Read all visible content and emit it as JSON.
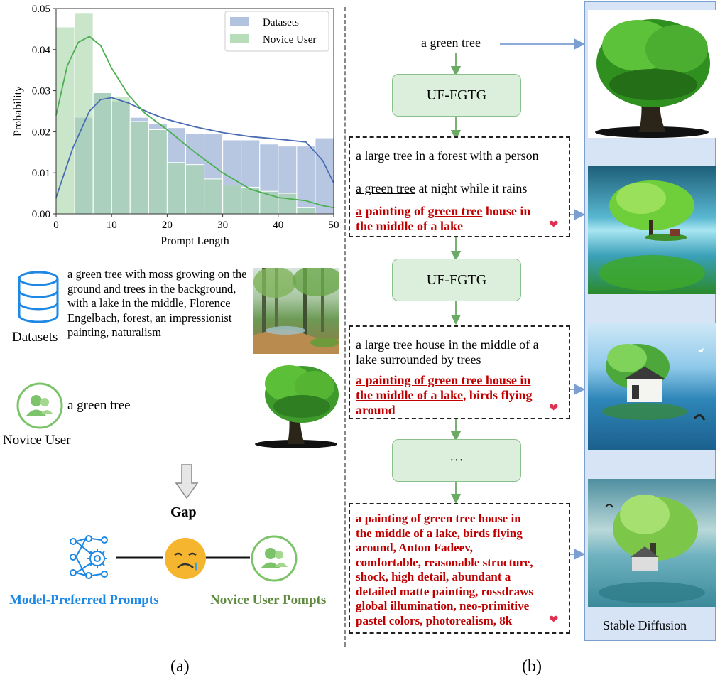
{
  "chart_data": {
    "type": "histogram",
    "xlabel": "Prompt Length",
    "ylabel": "Probability",
    "xlim": [
      0,
      50
    ],
    "ylim": [
      0,
      0.05
    ],
    "xticks": [
      "0",
      "10",
      "20",
      "30",
      "40",
      "50"
    ],
    "yticks": [
      "0.00",
      "0.01",
      "0.02",
      "0.03",
      "0.04",
      "0.05"
    ],
    "bin_edges": [
      0,
      3.33,
      6.67,
      10,
      13.33,
      16.67,
      20,
      23.33,
      26.67,
      30,
      33.33,
      36.67,
      40,
      43.33,
      46.67,
      50
    ],
    "legend_position": "top-right",
    "series": [
      {
        "name": "Datasets",
        "color": "#9fb4d8",
        "line_color": "#4a6cb3",
        "values": [
          0.0,
          0.0235,
          0.0295,
          0.0275,
          0.0235,
          0.022,
          0.021,
          0.0195,
          0.0195,
          0.018,
          0.018,
          0.017,
          0.0165,
          0.0165,
          0.0185
        ],
        "kde": [
          [
            0,
            0.004
          ],
          [
            3,
            0.016
          ],
          [
            6,
            0.025
          ],
          [
            8,
            0.0278
          ],
          [
            10,
            0.0283
          ],
          [
            13,
            0.027
          ],
          [
            17,
            0.0245
          ],
          [
            20,
            0.023
          ],
          [
            25,
            0.0212
          ],
          [
            30,
            0.0198
          ],
          [
            35,
            0.0188
          ],
          [
            40,
            0.0182
          ],
          [
            45,
            0.0175
          ],
          [
            48,
            0.013
          ],
          [
            50,
            0.0075
          ]
        ]
      },
      {
        "name": "Novice User",
        "color": "#a5d6a7",
        "line_color": "#4caf50",
        "values": [
          0.0455,
          0.049,
          0.0295,
          0.0285,
          0.0225,
          0.0205,
          0.0125,
          0.012,
          0.0085,
          0.007,
          0.0065,
          0.0055,
          0.005,
          0.0015,
          0.0
        ],
        "kde": [
          [
            0,
            0.024
          ],
          [
            2,
            0.036
          ],
          [
            4,
            0.0418
          ],
          [
            6,
            0.0432
          ],
          [
            8,
            0.041
          ],
          [
            10,
            0.0355
          ],
          [
            13,
            0.029
          ],
          [
            16,
            0.0245
          ],
          [
            20,
            0.0205
          ],
          [
            25,
            0.015
          ],
          [
            30,
            0.01
          ],
          [
            35,
            0.006
          ],
          [
            40,
            0.004
          ],
          [
            45,
            0.0032
          ],
          [
            48,
            0.002
          ],
          [
            50,
            0.0015
          ]
        ]
      }
    ]
  },
  "panel_a": {
    "datasets_label": "Datasets",
    "datasets_prompt": "a green tree with moss growing on the ground and trees in the background, with a lake in the middle, Florence Engelbach, forest, an impressionist painting, naturalism",
    "novice_label": "Novice User",
    "novice_prompt": "a green tree",
    "gap_label": "Gap",
    "model_prompts_label": "Model-Preferred Prompts",
    "novice_prompts_label": "Novice User Pompts",
    "caption": "(a)"
  },
  "panel_b": {
    "input": "a green tree",
    "module1": "UF-FGTG",
    "module2": "UF-FGTG",
    "module3": "···",
    "box1": {
      "line1_a": "a",
      "line1_b": " large ",
      "line1_c": "tree",
      "line1_d": " in a forest with a person",
      "line2_a": "a green tree",
      "line2_b": "  at night while it rains",
      "line3_a": "a",
      "line3_b": " painting of ",
      "line3_c": "green tree",
      "line3_d": " house in",
      "line4": "the middle of a lake"
    },
    "box2": {
      "line1_a": "a",
      "line1_b": " large ",
      "line1_c": "tree house in the middle of a",
      "line2_a": "lake",
      "line2_b": " surrounded by trees",
      "line3": "a painting of green tree house in",
      "line4_a": "the middle of a lake",
      "line4_b": ", birds flying",
      "line5": "around"
    },
    "box3_lines": [
      "a painting of green tree house in",
      "the middle of a lake, birds flying",
      "around, Anton Fadeev,",
      "comfortable, reasonable structure,",
      "shock, high detail, abundant a",
      "detailed matte painting, rossdraws",
      "global illumination, neo-primitive",
      "pastel colors, photorealism, 8k"
    ],
    "sd_label": "Stable Diffusion",
    "caption": "(b)"
  },
  "colors": {
    "model_blue": "#1e88e5",
    "novice_green": "#5f8a3f",
    "red_text": "#c00000",
    "flow_green": "#6aaa64",
    "sd_panel": "#d6e4f5",
    "sd_border": "#7b9fd1"
  }
}
